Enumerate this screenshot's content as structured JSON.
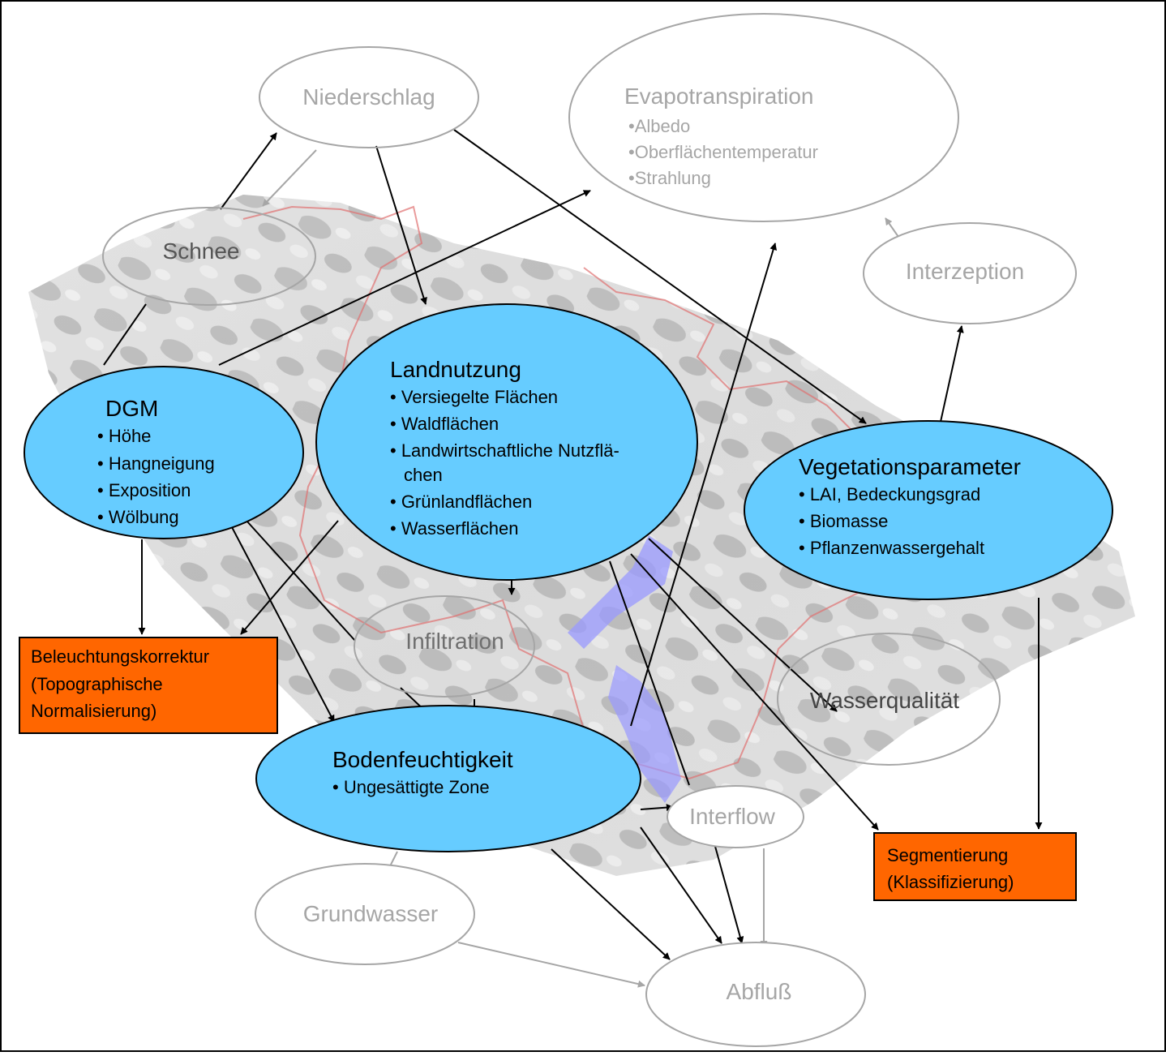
{
  "nodes": {
    "niederschlag": {
      "label": "Niederschlag"
    },
    "evapotranspiration": {
      "label": "Evapotranspiration",
      "items": [
        "•Albedo",
        "•Oberflächentemperatur",
        "•Strahlung"
      ]
    },
    "schnee": {
      "label": "Schnee"
    },
    "interzeption": {
      "label": "Interzeption"
    },
    "dgm": {
      "label": "DGM",
      "items": [
        "• Höhe",
        "• Hangneigung",
        "• Exposition",
        "• Wölbung"
      ]
    },
    "landnutzung": {
      "label": "Landnutzung",
      "items": [
        "• Versiegelte Flächen",
        "• Waldflächen",
        "• Landwirtschaftliche Nutzflä-",
        "chen",
        "• Grünlandflächen",
        "• Wasserflächen"
      ]
    },
    "vegetation": {
      "label": "Vegetationsparameter",
      "items": [
        "• LAI, Bedeckungsgrad",
        "• Biomasse",
        "• Pflanzenwassergehalt"
      ]
    },
    "infiltration": {
      "label": "Infiltration"
    },
    "wasserqualitaet": {
      "label": "Wasserqualität"
    },
    "bodenfeuchtigkeit": {
      "label": "Bodenfeuchtigkeit",
      "items": [
        "• Ungesättigte Zone"
      ]
    },
    "interflow": {
      "label": "Interflow"
    },
    "grundwasser": {
      "label": "Grundwasser"
    },
    "abfluss": {
      "label": "Abfluß"
    },
    "beleuchtung": {
      "lines": [
        "Beleuchtungskorrektur",
        "(Topographische",
        "Normalisierung)"
      ]
    },
    "segmentierung": {
      "lines": [
        "Segmentierung",
        "(Klassifizierung)"
      ]
    }
  },
  "colors": {
    "primary_fill": "#66ccff",
    "box_fill": "#ff6600",
    "ghost_stroke": "#a6a6a6",
    "ghost_text": "#a6a6a6",
    "water": "#9999ff",
    "boundary": "#e07070"
  }
}
